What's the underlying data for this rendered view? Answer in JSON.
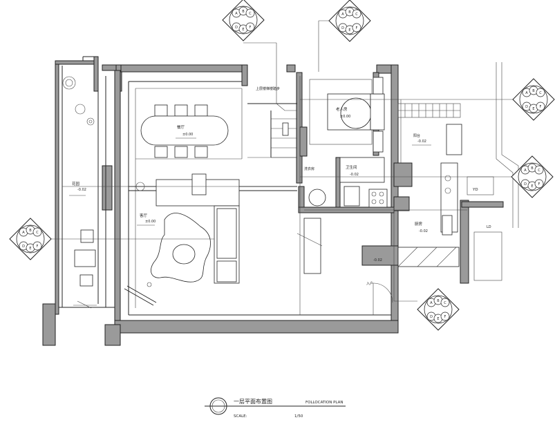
{
  "rooms": {
    "dining": "餐厅",
    "living": "客厅",
    "balcony": "阳台",
    "bedroom": "老人房",
    "stair": "上层楼梯楼踏步",
    "wash": "洗衣房",
    "bath": "卫生间",
    "kitchen": "厨房",
    "garden": "花园",
    "porch": "入户",
    "mark_yd": "YD",
    "lift": "LD"
  },
  "levels": {
    "dining": "±0.00",
    "living": "±0.00",
    "balcony": "-0.02",
    "bedroom": "±0.00",
    "bath": "-0.02",
    "kitchen": "-0.02",
    "garden": "-0.02",
    "porch": "-0.02"
  },
  "symbols": [
    "A",
    "B",
    "C",
    "D",
    "E",
    "F"
  ],
  "title_block": {
    "title": "一层平面布置图",
    "subtitle": "FOLLOCATION PLAN",
    "scale_label": "SCALE:",
    "scale_value": "1/50"
  }
}
